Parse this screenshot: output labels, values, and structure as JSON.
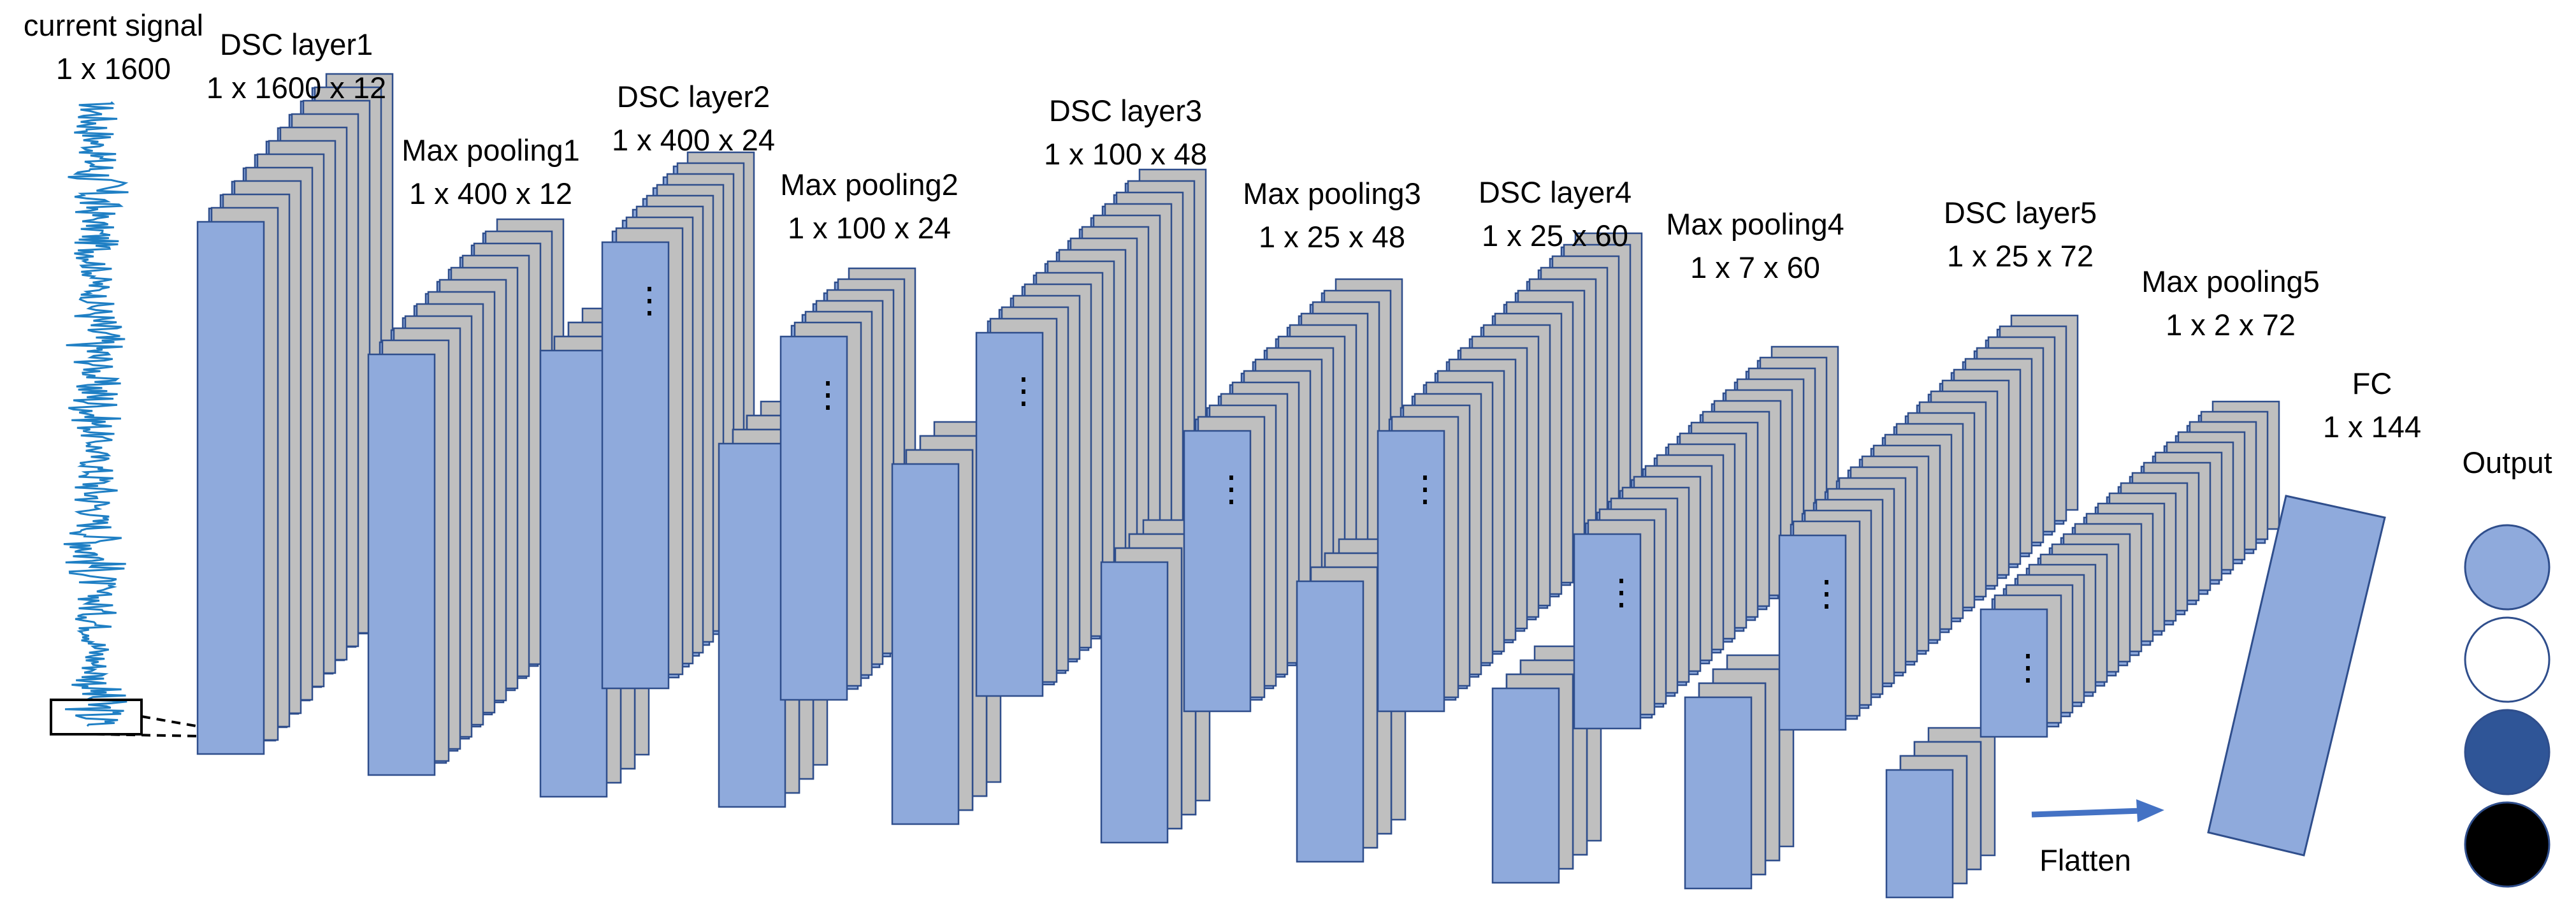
{
  "colors": {
    "fill_blue": "#8faadc",
    "fill_gray": "#bfbfbf",
    "stroke": "#2f4e8c",
    "signal": "#1f7fc4",
    "arrow": "#4472c4",
    "output_light": "#8faadc",
    "output_white": "#ffffff",
    "output_dark": "#2f5597",
    "output_black": "#000000"
  },
  "input": {
    "name": "current signal",
    "dims": "1 x 1600"
  },
  "layers": [
    {
      "name": "DSC layer1",
      "dims": "1 x 1600 x 12"
    },
    {
      "name": "Max pooling1",
      "dims": "1 x 400 x 12"
    },
    {
      "name": "DSC layer2",
      "dims": "1 x 400 x 24"
    },
    {
      "name": "Max pooling2",
      "dims": "1 x 100 x 24"
    },
    {
      "name": "DSC layer3",
      "dims": "1 x 100 x 48"
    },
    {
      "name": "Max pooling3",
      "dims": "1 x 25 x 48"
    },
    {
      "name": "DSC layer4",
      "dims": "1 x 25 x 60"
    },
    {
      "name": "Max pooling4",
      "dims": "1 x 7 x 60"
    },
    {
      "name": "DSC layer5",
      "dims": "1 x 25 x 72"
    },
    {
      "name": "Max pooling5",
      "dims": "1 x 2 x 72"
    }
  ],
  "fc": {
    "name": "FC",
    "dims": "1 x 144"
  },
  "flatten_label": "Flatten",
  "output_label": "Output",
  "ellipsis": "⋮"
}
